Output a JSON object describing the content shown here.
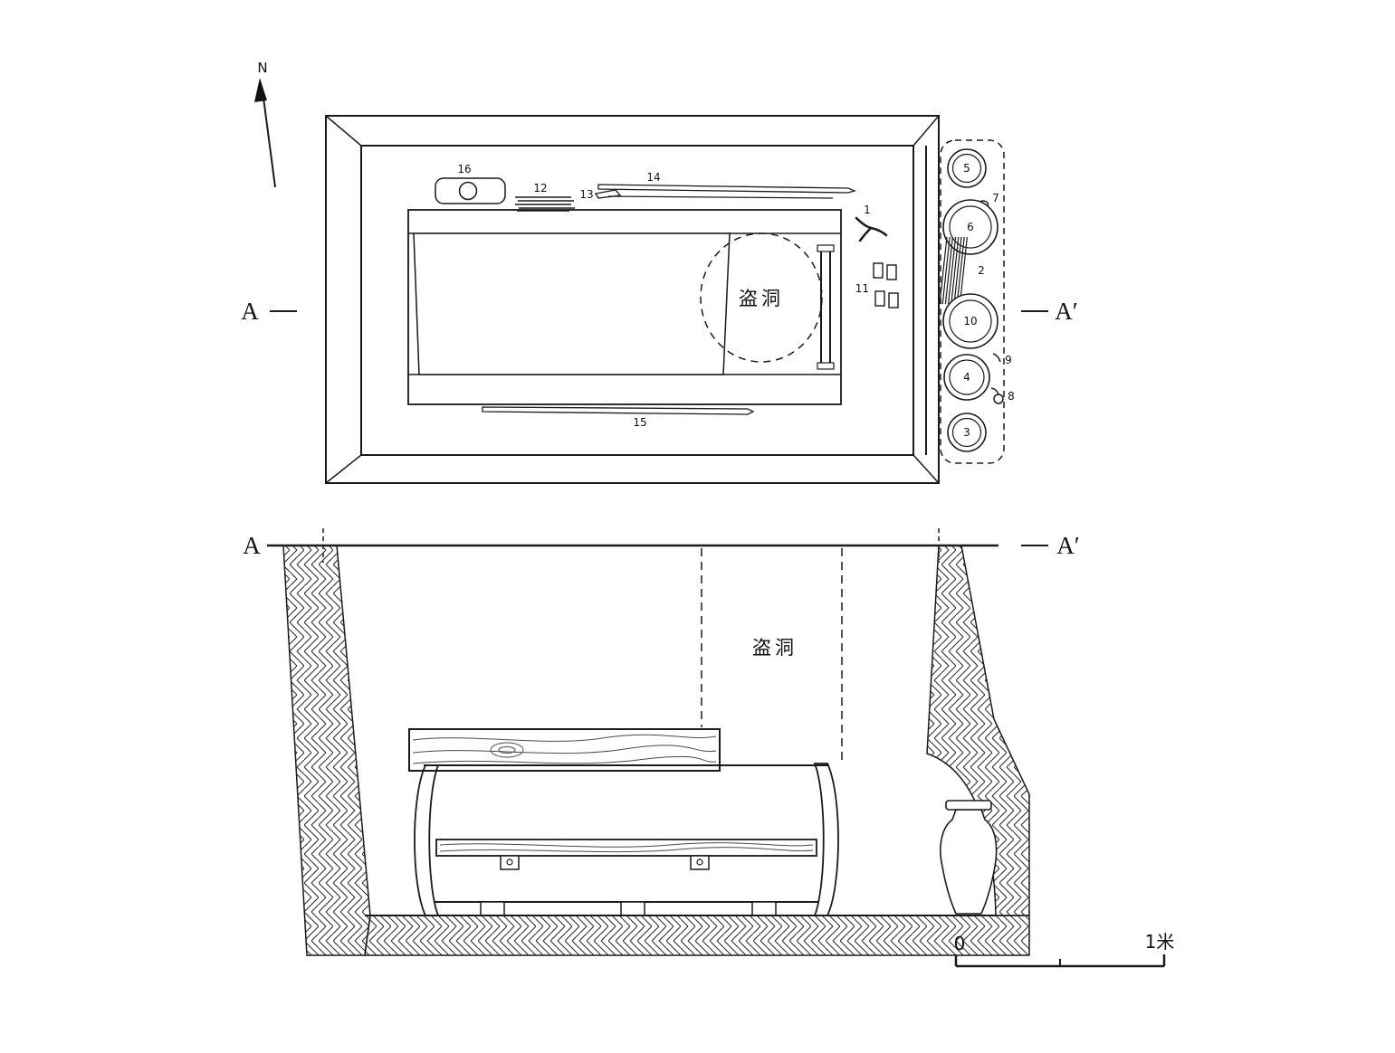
{
  "compass": {
    "north": "N"
  },
  "plan": {
    "marker_left": "A",
    "marker_right": "A′",
    "robber_hole": "盗洞",
    "labels": {
      "n1": "1",
      "n2": "2",
      "n3": "3",
      "n4": "4",
      "n5": "5",
      "n6": "6",
      "n7": "7",
      "n8": "8",
      "n9": "9",
      "n10": "10",
      "n11": "11",
      "n12": "12",
      "n13": "13",
      "n14": "14",
      "n15": "15",
      "n16": "16"
    }
  },
  "section": {
    "marker_left": "A",
    "marker_right": "A′",
    "robber_hole": "盗洞"
  },
  "scale_bar": {
    "zero": "0",
    "one_meter": "1米"
  }
}
